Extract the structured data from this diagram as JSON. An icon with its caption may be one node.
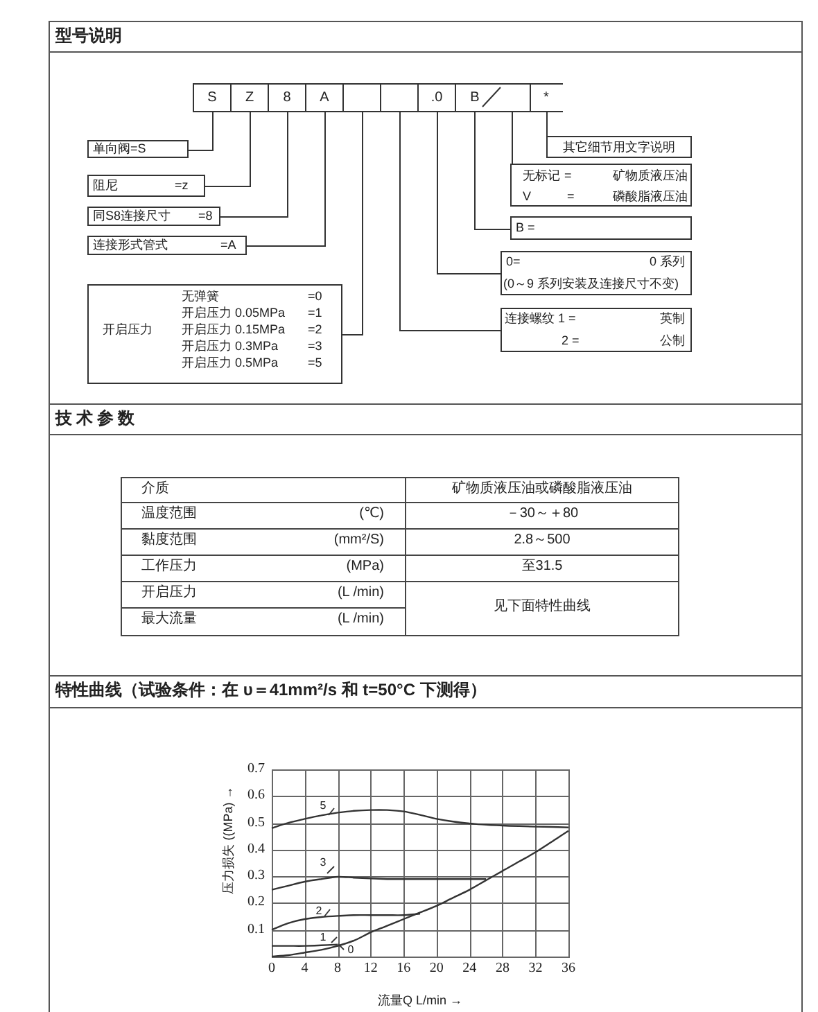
{
  "diagram": {
    "nodes": [
      {
        "text": [
          "S"
        ]
      },
      {
        "text": [
          "Z"
        ]
      },
      {
        "text": [
          "8"
        ]
      },
      {
        "text": [
          "A"
        ]
      },
      {
        "text": [],
        "shape": "box"
      },
      {
        "text": [],
        "shape": "box"
      },
      {
        "text": [
          ".0"
        ]
      },
      {
        "text": [
          "B"
        ]
      },
      {
        "text": [],
        "shape": "box"
      },
      {
        "text": [
          "*"
        ]
      },
      {
        "text": [
          "单向阀=S"
        ]
      },
      {
        "text": [
          "阻尼",
          "=z"
        ]
      },
      {
        "text": [
          "同S8连接尺寸",
          "=8"
        ]
      },
      {
        "text": [
          "连接形式管式",
          "=A"
        ]
      },
      {
        "text": [
          "开启压力",
          "无弹簧",
          "=0",
          "开启压力 0.05MPa",
          "=1",
          "开启压力 0.15MPa",
          "=2",
          "开启压力 0.3MPa",
          "=3",
          "开启压力 0.5MPa",
          "=5"
        ]
      },
      {
        "text": [
          "其它细节用文字说明"
        ]
      },
      {
        "text": [
          "无标记",
          "=",
          "矿物质液压油",
          "V",
          "=",
          "磷酸脂液压油"
        ]
      },
      {
        "text": [
          "B ="
        ]
      },
      {
        "text": [
          "0=",
          "0 系列",
          "(0～9 系列安装及连接尺寸不变)"
        ]
      },
      {
        "text": [
          "连接螺纹 1 =",
          "英制",
          "2 =",
          "公制"
        ]
      }
    ],
    "edges": [
      {
        "from": 0,
        "to": 10,
        "arrow": "none"
      },
      {
        "from": 1,
        "to": 11,
        "arrow": "none"
      },
      {
        "from": 2,
        "to": 12,
        "arrow": "none"
      },
      {
        "from": 3,
        "to": 13,
        "arrow": "none"
      },
      {
        "from": 4,
        "to": 14,
        "arrow": "none"
      },
      {
        "from": 5,
        "to": 19,
        "arrow": "none"
      },
      {
        "from": 6,
        "to": 18,
        "arrow": "none"
      },
      {
        "from": 7,
        "to": 17,
        "arrow": "none"
      },
      {
        "from": 8,
        "to": 16,
        "arrow": "none"
      },
      {
        "from": 9,
        "to": 15,
        "arrow": "none"
      }
    ],
    "labels": [
      "型号说明",
      "技术参数",
      "介质",
      "矿物质液压油或磷酸脂液压油",
      "温度范围",
      "(℃)",
      "－30～＋80",
      "黏度范围",
      "(mm²/S)",
      "2.8～500",
      "工作压力",
      "(MPa)",
      "至31.5",
      "开启压力",
      "(L /min)",
      "见下面特性曲线",
      "最大流量",
      "(L /min)",
      "特性曲线（试验条件：在 υ＝41mm²/s 和 t=50°C 下测得）"
    ],
    "chart_data": {
      "type": "line",
      "xlabel": "流量Q L/min →",
      "ylabel": "压力损失 ((MPa) →",
      "grid": true,
      "legend": "bottom-left",
      "x": [
        0,
        2,
        4,
        6,
        8,
        10,
        12,
        14,
        16,
        18,
        20,
        22,
        24,
        26,
        28,
        30,
        32,
        34,
        36
      ],
      "series": [
        {
          "name": "0",
          "values": [
            0,
            0.005,
            0.015,
            0.025,
            0.04,
            0.06,
            0.09,
            0.115,
            0.14,
            0.165,
            0.19,
            0.22,
            0.25,
            0.285,
            0.32,
            0.355,
            0.39,
            0.43,
            0.47
          ]
        },
        {
          "name": "1",
          "values": [
            0.04,
            0.04,
            0.04,
            0.042,
            0.045,
            null,
            null,
            null,
            null,
            null,
            null,
            null,
            null,
            null,
            null,
            null,
            null,
            null,
            null
          ]
        },
        {
          "name": "2",
          "values": [
            0.1,
            0.125,
            0.14,
            0.148,
            0.152,
            0.155,
            0.155,
            0.155,
            0.155,
            0.16,
            null,
            null,
            null,
            null,
            null,
            null,
            null,
            null,
            null
          ]
        },
        {
          "name": "3",
          "values": [
            0.25,
            0.265,
            0.28,
            0.29,
            0.298,
            0.295,
            0.292,
            0.29,
            0.29,
            0.29,
            0.29,
            0.29,
            0.29,
            0.29,
            null,
            null,
            null,
            null,
            null
          ]
        },
        {
          "name": "5",
          "values": [
            0.48,
            0.5,
            0.515,
            0.528,
            0.538,
            0.545,
            0.548,
            0.548,
            0.543,
            0.53,
            0.515,
            0.505,
            0.498,
            0.493,
            0.49,
            0.488,
            0.486,
            0.485,
            0.483
          ]
        }
      ],
      "xlim": [
        0,
        36
      ],
      "ylim": [
        0,
        0.7
      ],
      "xticks": [
        0,
        4,
        8,
        12,
        16,
        20,
        24,
        28,
        32,
        36
      ],
      "yticks": [
        0.1,
        0.2,
        0.3,
        0.4,
        0.5,
        0.6,
        0.7
      ]
    }
  }
}
